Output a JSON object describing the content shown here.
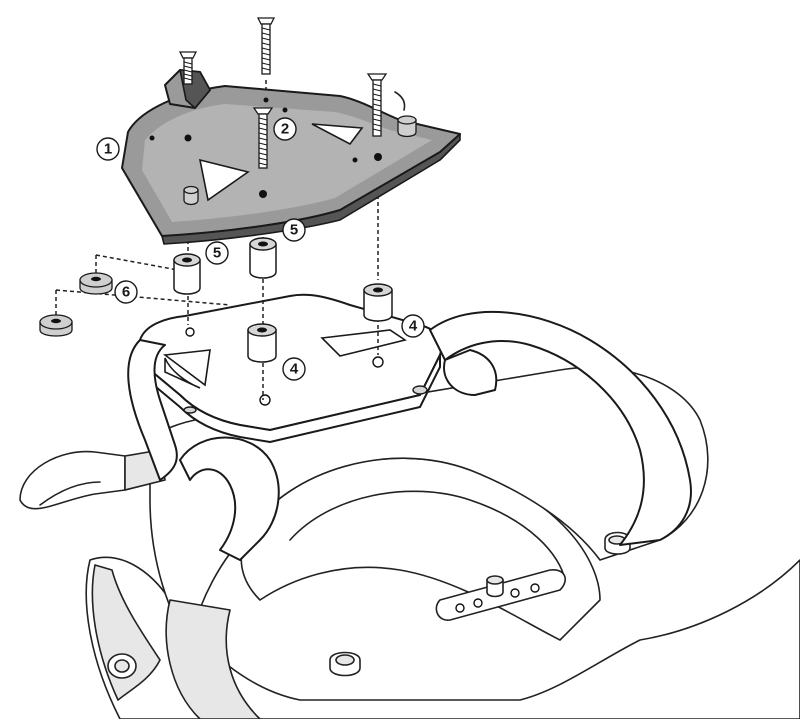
{
  "callouts": [
    {
      "id": "1",
      "label": "1"
    },
    {
      "id": "2",
      "label": "2"
    },
    {
      "id": "5a",
      "label": "5"
    },
    {
      "id": "5b",
      "label": "5"
    },
    {
      "id": "6",
      "label": "6"
    },
    {
      "id": "4a",
      "label": "4"
    },
    {
      "id": "4b",
      "label": "4"
    }
  ]
}
